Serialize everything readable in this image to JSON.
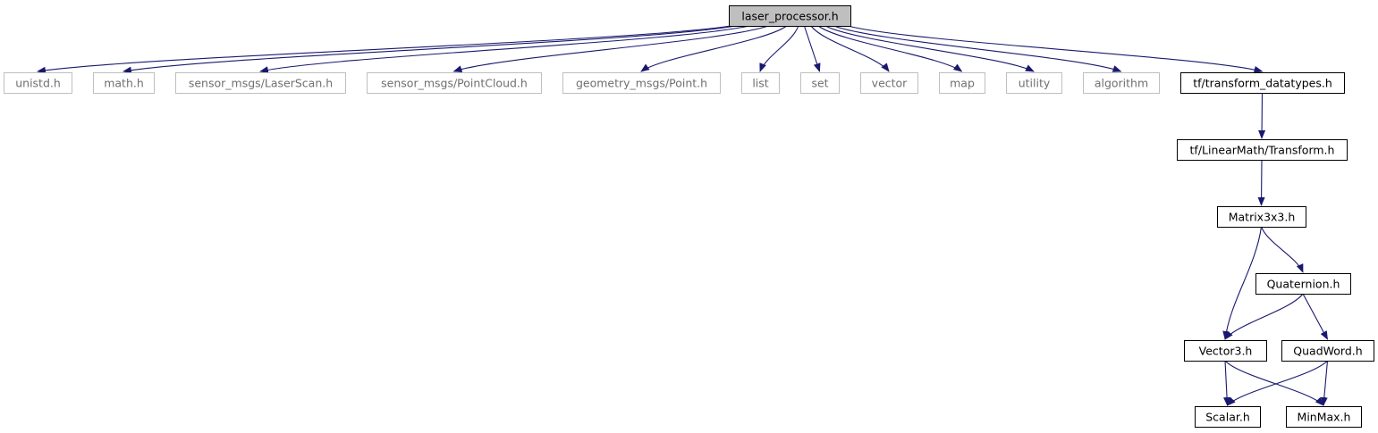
{
  "colors": {
    "edge": "#191970",
    "root_fill": "#bfbfbf",
    "node_border": "#000000",
    "external_border": "#bfbfbf",
    "external_text": "#6f6f6f"
  },
  "nodes": [
    {
      "id": "root",
      "label": "laser_processor.h",
      "kind": "root"
    },
    {
      "id": "unistd",
      "label": "unistd.h",
      "kind": "external"
    },
    {
      "id": "math",
      "label": "math.h",
      "kind": "external"
    },
    {
      "id": "laserscan",
      "label": "sensor_msgs/LaserScan.h",
      "kind": "external"
    },
    {
      "id": "pointcloud",
      "label": "sensor_msgs/PointCloud.h",
      "kind": "external"
    },
    {
      "id": "point",
      "label": "geometry_msgs/Point.h",
      "kind": "external"
    },
    {
      "id": "list",
      "label": "list",
      "kind": "external"
    },
    {
      "id": "set",
      "label": "set",
      "kind": "external"
    },
    {
      "id": "vector",
      "label": "vector",
      "kind": "external"
    },
    {
      "id": "map",
      "label": "map",
      "kind": "external"
    },
    {
      "id": "utility",
      "label": "utility",
      "kind": "external"
    },
    {
      "id": "algorithm",
      "label": "algorithm",
      "kind": "external"
    },
    {
      "id": "tfdt",
      "label": "tf/transform_datatypes.h",
      "kind": "file"
    },
    {
      "id": "tftransform",
      "label": "tf/LinearMath/Transform.h",
      "kind": "file"
    },
    {
      "id": "matrix",
      "label": "Matrix3x3.h",
      "kind": "file"
    },
    {
      "id": "quat",
      "label": "Quaternion.h",
      "kind": "file"
    },
    {
      "id": "vector3",
      "label": "Vector3.h",
      "kind": "file"
    },
    {
      "id": "quadword",
      "label": "QuadWord.h",
      "kind": "file"
    },
    {
      "id": "scalar",
      "label": "Scalar.h",
      "kind": "file"
    },
    {
      "id": "minmax",
      "label": "MinMax.h",
      "kind": "file"
    }
  ],
  "edges": [
    [
      "root",
      "unistd"
    ],
    [
      "root",
      "math"
    ],
    [
      "root",
      "laserscan"
    ],
    [
      "root",
      "pointcloud"
    ],
    [
      "root",
      "point"
    ],
    [
      "root",
      "list"
    ],
    [
      "root",
      "set"
    ],
    [
      "root",
      "vector"
    ],
    [
      "root",
      "map"
    ],
    [
      "root",
      "utility"
    ],
    [
      "root",
      "algorithm"
    ],
    [
      "root",
      "tfdt"
    ],
    [
      "tfdt",
      "tftransform"
    ],
    [
      "tftransform",
      "matrix"
    ],
    [
      "matrix",
      "vector3"
    ],
    [
      "matrix",
      "quat"
    ],
    [
      "quat",
      "vector3"
    ],
    [
      "quat",
      "quadword"
    ],
    [
      "vector3",
      "scalar"
    ],
    [
      "vector3",
      "minmax"
    ],
    [
      "quadword",
      "scalar"
    ],
    [
      "quadword",
      "minmax"
    ]
  ]
}
